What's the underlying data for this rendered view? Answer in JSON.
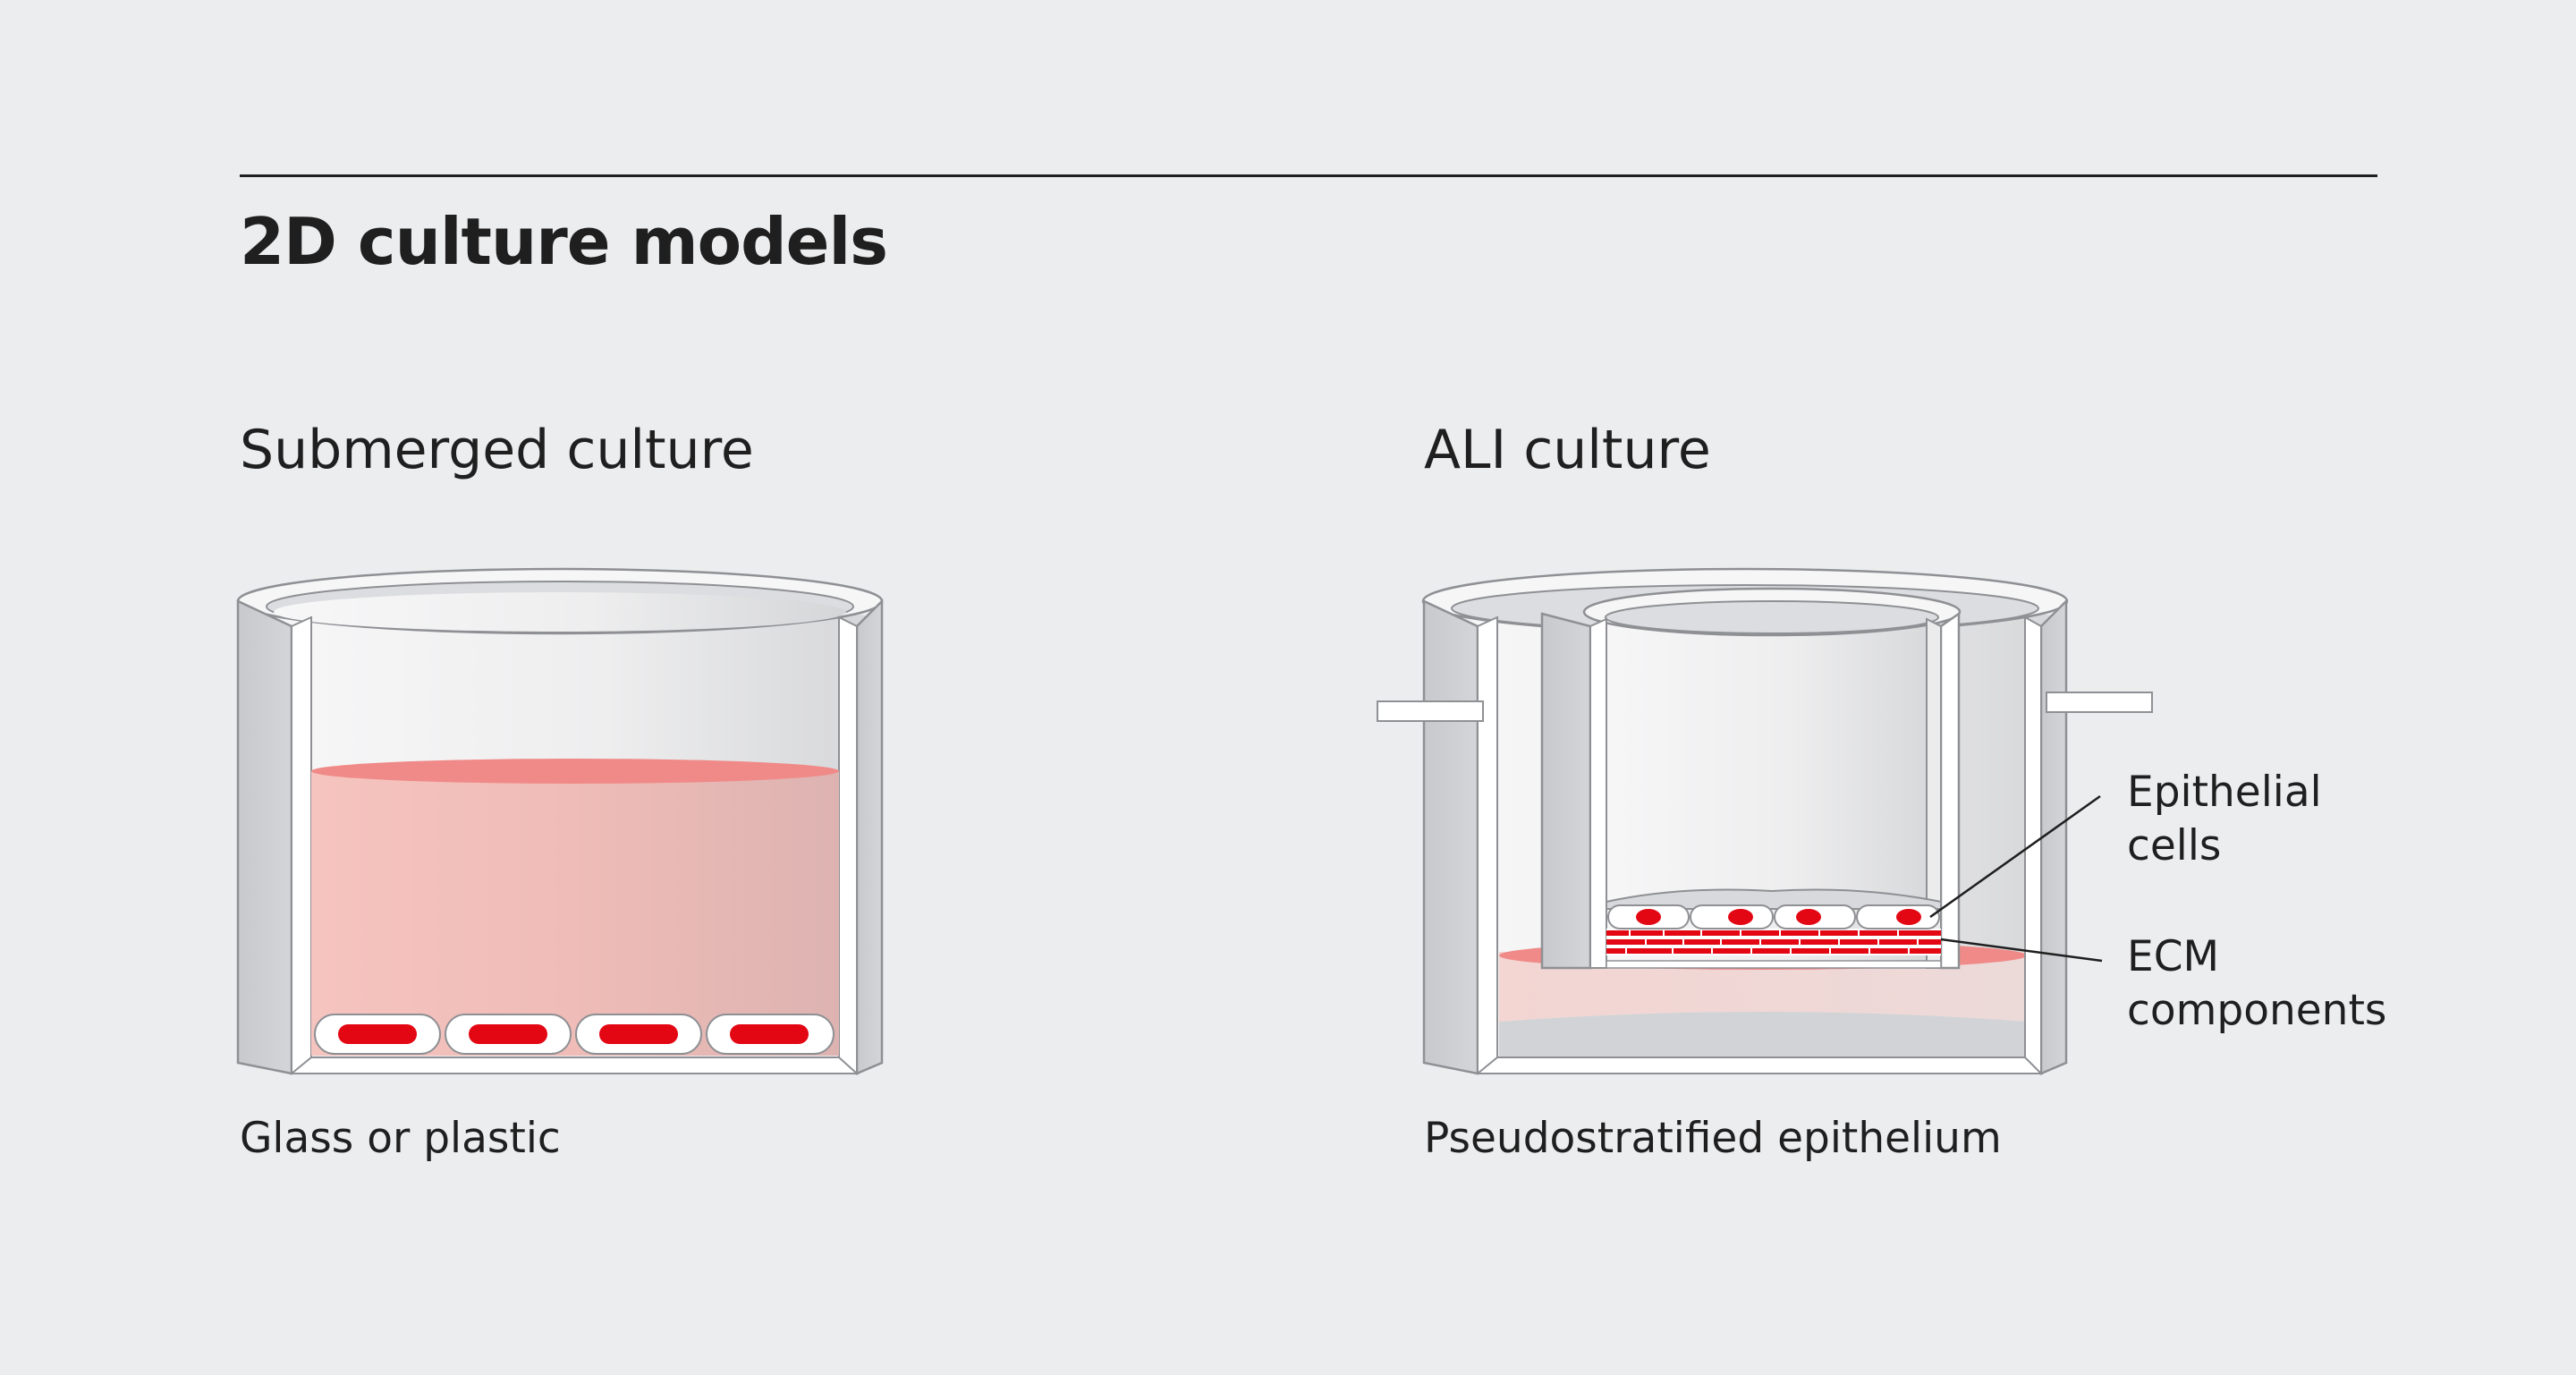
{
  "title": "2D culture models",
  "panels": {
    "submerged": {
      "heading": "Submerged culture",
      "caption": "Glass or plastic"
    },
    "ali": {
      "heading": "ALI culture",
      "caption": "Pseudostratified epithelium",
      "labels": {
        "epithelial_line1": "Epithelial",
        "epithelial_line2": "cells",
        "ecm_line1": "ECM",
        "ecm_line2": "components"
      }
    }
  },
  "colors": {
    "background": "#ecedef",
    "text": "#1f1f1f",
    "medium": "#f3c0bc",
    "medium_surface": "#f08a88",
    "cells": "#e30613",
    "wall_light": "#f6f6f7",
    "wall_dark": "#c8cacd"
  }
}
